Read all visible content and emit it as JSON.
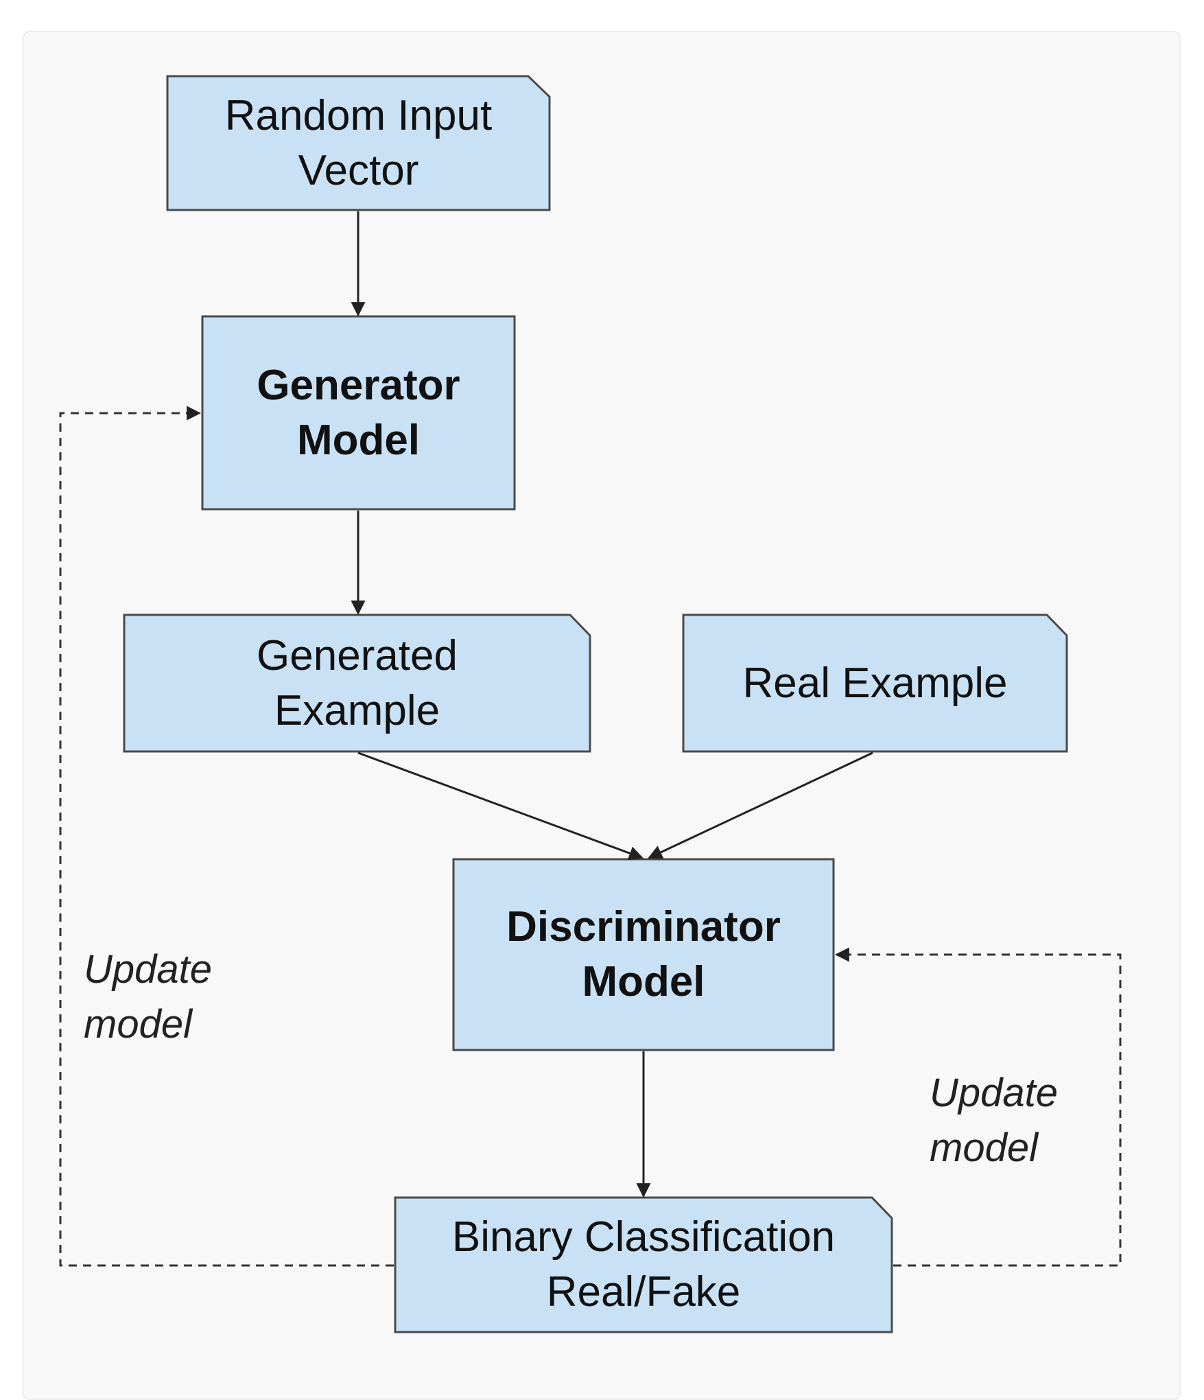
{
  "diagram": {
    "nodes": {
      "random_input": {
        "lines": [
          "Random Input",
          "Vector"
        ]
      },
      "generator": {
        "lines": [
          "Generator",
          "Model"
        ]
      },
      "generated_example": {
        "lines": [
          "Generated",
          "Example"
        ]
      },
      "real_example": {
        "lines": [
          "Real Example"
        ]
      },
      "discriminator": {
        "lines": [
          "Discriminator",
          "Model"
        ]
      },
      "binary_classification": {
        "lines": [
          "Binary Classification",
          "Real/Fake"
        ]
      }
    },
    "feedback_labels": {
      "left": [
        "Update",
        "model"
      ],
      "right": [
        "Update",
        "model"
      ]
    },
    "colors": {
      "node_fill": "#c9e1f4",
      "node_border": "#4a4a4a",
      "background": "#f8f8f8"
    }
  }
}
